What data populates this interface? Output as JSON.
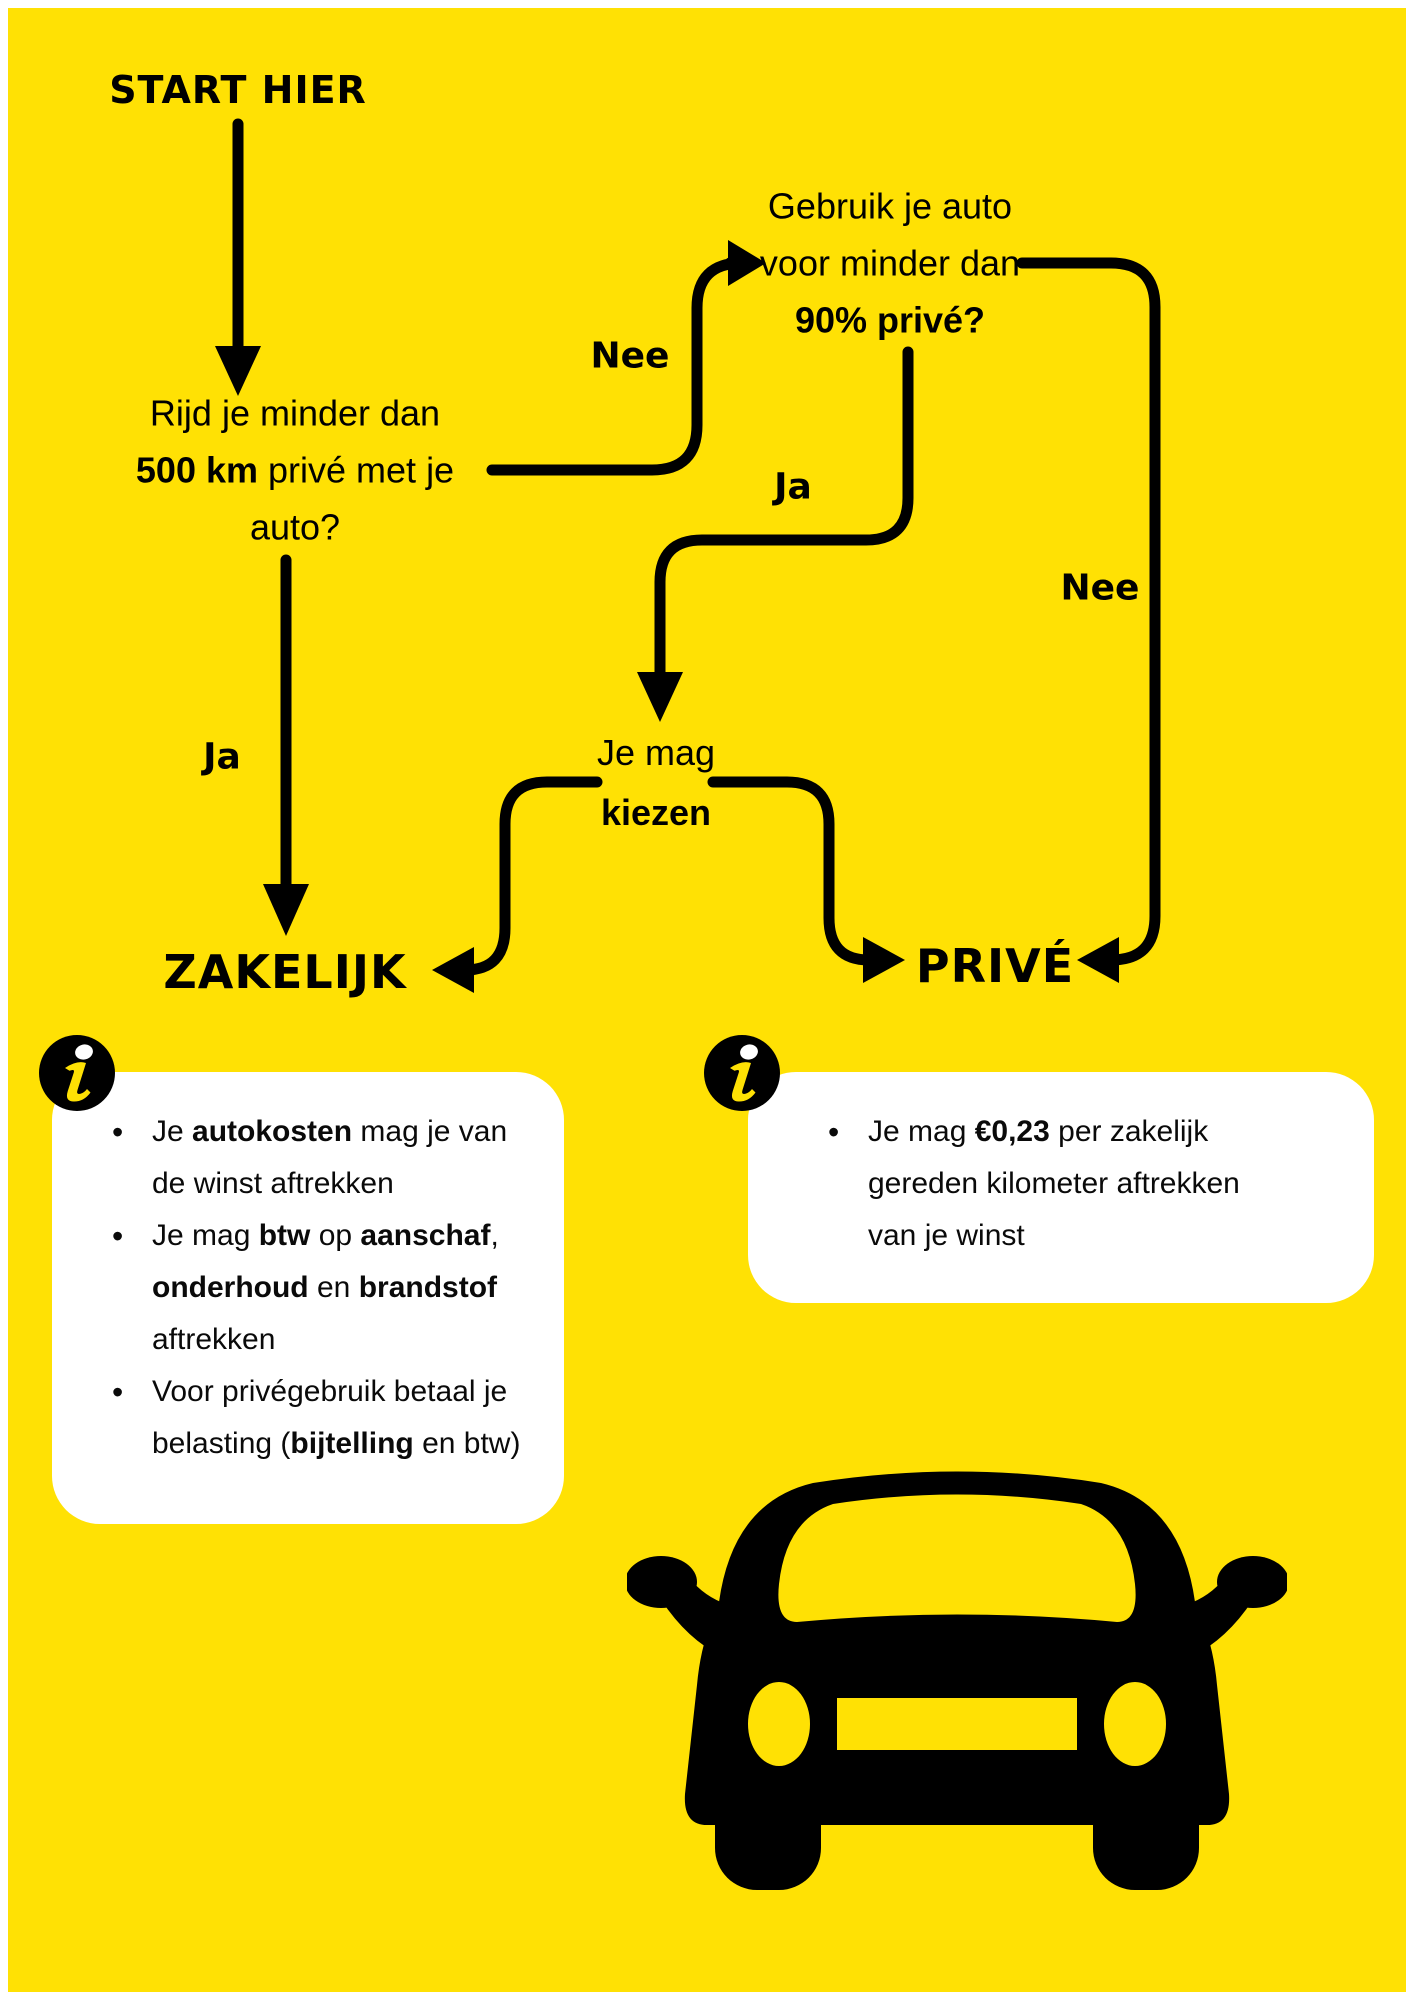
{
  "page": {
    "background_color": "#FFE104",
    "ink_color": "#000000",
    "panel_color": "#FFFFFF",
    "icons": {
      "info": "info-i-icon",
      "car": "car-front-icon",
      "arrow": "flow-arrow"
    }
  },
  "flowchart": {
    "start_label": "START HIER",
    "q_500km": {
      "lines": [
        [
          {
            "text": "Rijd je minder dan"
          }
        ],
        [
          {
            "text": "500 km",
            "bold": true
          },
          {
            "text": " privé met je"
          }
        ],
        [
          {
            "text": "auto?"
          }
        ]
      ]
    },
    "q_90pct": {
      "lines": [
        [
          {
            "text": "Gebruik je auto"
          }
        ],
        [
          {
            "text": "voor minder dan"
          }
        ],
        [
          {
            "text": "90% privé?",
            "bold": true
          }
        ]
      ]
    },
    "choose": {
      "lines": [
        [
          {
            "text": "Je mag"
          }
        ],
        [
          {
            "text": "kiezen",
            "bold": true
          }
        ]
      ]
    },
    "labels": {
      "nee_left": "Nee",
      "ja_left": "Ja",
      "ja_mid": "Ja",
      "nee_right": "Nee"
    },
    "outcome_business": "ZAKELIJK",
    "outcome_private": "PRIVÉ"
  },
  "info_boxes": {
    "zakelijk": {
      "bullets": [
        [
          {
            "text": "Je "
          },
          {
            "text": "autokosten",
            "bold": true
          },
          {
            "text": " mag je van\nde winst aftrekken"
          }
        ],
        [
          {
            "text": "Je mag "
          },
          {
            "text": "btw",
            "bold": true
          },
          {
            "text": " op "
          },
          {
            "text": "aanschaf",
            "bold": true
          },
          {
            "text": ",\n"
          },
          {
            "text": "onderhoud",
            "bold": true
          },
          {
            "text": " en "
          },
          {
            "text": "brandstof",
            "bold": true
          },
          {
            "text": "\naftrekken"
          }
        ],
        [
          {
            "text": "Voor privégebruik betaal je\nbelasting ("
          },
          {
            "text": "bijtelling",
            "bold": true
          },
          {
            "text": " en btw)"
          }
        ]
      ]
    },
    "prive": {
      "bullets": [
        [
          {
            "text": "Je mag "
          },
          {
            "text": "€0,23",
            "bold": true
          },
          {
            "text": " per zakelijk\ngereden kilometer aftrekken\nvan je winst"
          }
        ]
      ]
    }
  }
}
